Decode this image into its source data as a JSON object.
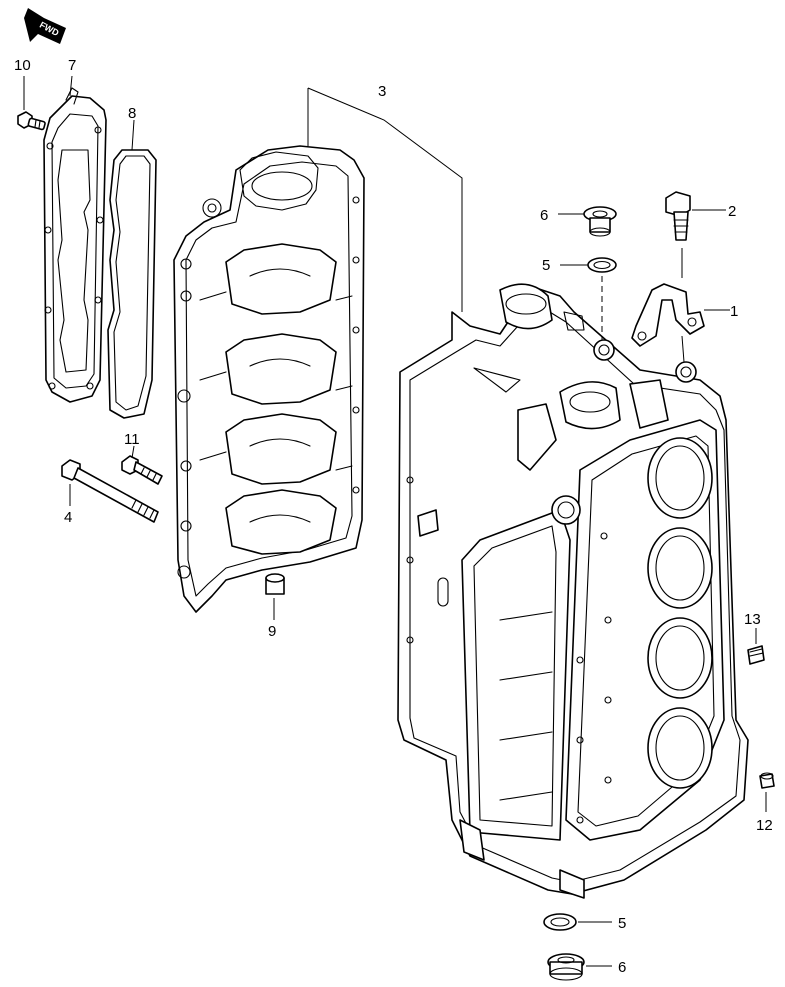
{
  "orientation_badge": {
    "text": "FWD",
    "icon": "fwd-arrow-icon"
  },
  "callouts": [
    {
      "id": "c1",
      "label": "1"
    },
    {
      "id": "c2",
      "label": "2"
    },
    {
      "id": "c3",
      "label": "3"
    },
    {
      "id": "c4",
      "label": "4"
    },
    {
      "id": "c5a",
      "label": "5"
    },
    {
      "id": "c5b",
      "label": "5"
    },
    {
      "id": "c6a",
      "label": "6"
    },
    {
      "id": "c6b",
      "label": "6"
    },
    {
      "id": "c7",
      "label": "7"
    },
    {
      "id": "c8",
      "label": "8"
    },
    {
      "id": "c9",
      "label": "9"
    },
    {
      "id": "c10",
      "label": "10"
    },
    {
      "id": "c11",
      "label": "11"
    },
    {
      "id": "c12",
      "label": "12"
    },
    {
      "id": "c13",
      "label": "13"
    }
  ]
}
